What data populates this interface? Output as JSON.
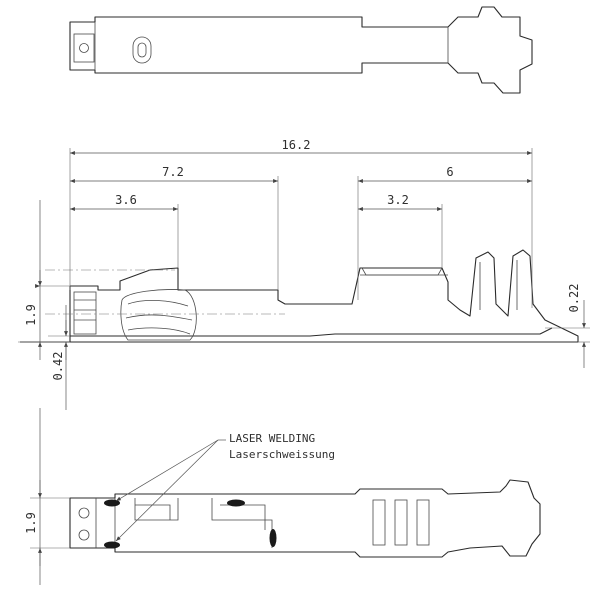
{
  "dimensions": {
    "overall_length": "16.2",
    "contact_to_wire_crimp": "7.2",
    "contact_section": "3.6",
    "crimp_section": "6",
    "wire_crimp": "3.2",
    "side_height": "1.9",
    "base_thickness": "0.42",
    "end_offset": "0.22",
    "bottom_height": "1.9"
  },
  "annotation": {
    "line1": "LASER WELDING",
    "line2": "Laserschweissung"
  }
}
